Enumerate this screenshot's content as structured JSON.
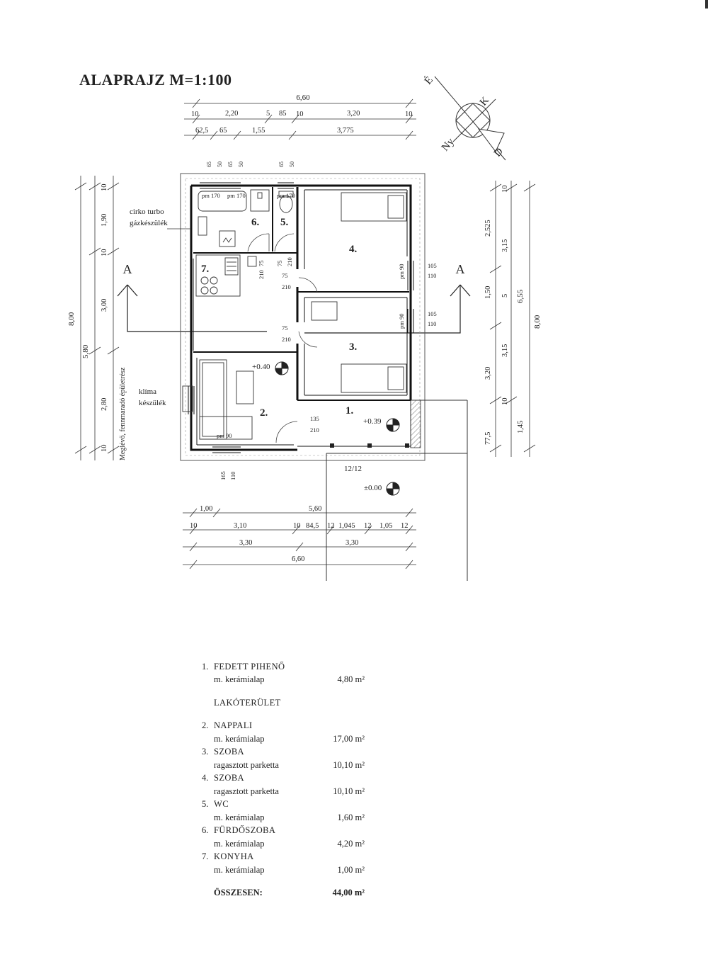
{
  "title": "ALAPRAJZ M=1:100",
  "compass": {
    "north": "É",
    "east": "K",
    "west": "Ny",
    "south": "D"
  },
  "section_mark": "A",
  "dims_top": {
    "total": "6,60",
    "row1": [
      "10",
      "2,20",
      "5",
      "85",
      "10",
      "3,20",
      "10"
    ],
    "row2": [
      "62,5",
      "65",
      "1,55",
      "3,775"
    ],
    "small_vertical": [
      "65",
      "50",
      "65",
      "50",
      "65",
      "50"
    ]
  },
  "dims_bottom": {
    "row1": [
      "1,00",
      "5,60"
    ],
    "row2": [
      "10",
      "3,10",
      "10",
      "84,5",
      "12",
      "1,045",
      "12",
      "1,05",
      "12"
    ],
    "row3": [
      "3,30",
      "3,30"
    ],
    "total": "6,60"
  },
  "dims_left": {
    "outer": "8,00",
    "mid": [
      "5,80"
    ],
    "inner": [
      "10",
      "1,90",
      "10",
      "3,00",
      "2,80",
      "10"
    ]
  },
  "dims_right": {
    "outer": "8,00",
    "mid": "6,55",
    "inner": [
      "10",
      "2,525",
      "3,15",
      "1,50",
      "5",
      "3,15",
      "3,20",
      "10",
      "1,45",
      "77,5"
    ]
  },
  "rooms": [
    "1.",
    "2.",
    "3.",
    "4.",
    "5.",
    "6.",
    "7."
  ],
  "labels": {
    "boiler": [
      "cirko turbo",
      "gázkészülék"
    ],
    "ac": [
      "klíma",
      "készülék"
    ],
    "existing": "Meglévő, fennmaradó épületrész",
    "level1": "+0.40",
    "level2": "+0.39",
    "level0": "±0.00",
    "steps": "12/12"
  },
  "openings": {
    "pm170a": "pm 170",
    "pm170b": "pm 170",
    "pm170c": "pm 170",
    "d75_210": [
      "75",
      "210"
    ],
    "d135_210": [
      "135",
      "210"
    ],
    "d165_110": [
      "165",
      "110"
    ],
    "w105_110": [
      "105",
      "110"
    ],
    "pm90": "pm 90",
    "pm90v": "pm 90"
  },
  "legend": {
    "items": [
      {
        "num": "1.",
        "name": "FEDETT PIHENŐ",
        "mat": "m. kerámialap",
        "area": "4,80 m²"
      },
      {
        "header": "LAKÓTERÜLET"
      },
      {
        "num": "2.",
        "name": "NAPPALI",
        "mat": "m. kerámialap",
        "area": "17,00 m²"
      },
      {
        "num": "3.",
        "name": "SZOBA",
        "mat": "ragasztott parketta",
        "area": "10,10 m²"
      },
      {
        "num": "4.",
        "name": "SZOBA",
        "mat": "ragasztott parketta",
        "area": "10,10 m²"
      },
      {
        "num": "5.",
        "name": "WC",
        "mat": "m. kerámialap",
        "area": "1,60 m²"
      },
      {
        "num": "6.",
        "name": "FÜRDŐSZOBA",
        "mat": "m. kerámialap",
        "area": "4,20 m²"
      },
      {
        "num": "7.",
        "name": "KONYHA",
        "mat": "m. kerámialap",
        "area": "1,00 m²"
      }
    ],
    "total_label": "ÖSSZESEN:",
    "total_value": "44,00 m²"
  }
}
